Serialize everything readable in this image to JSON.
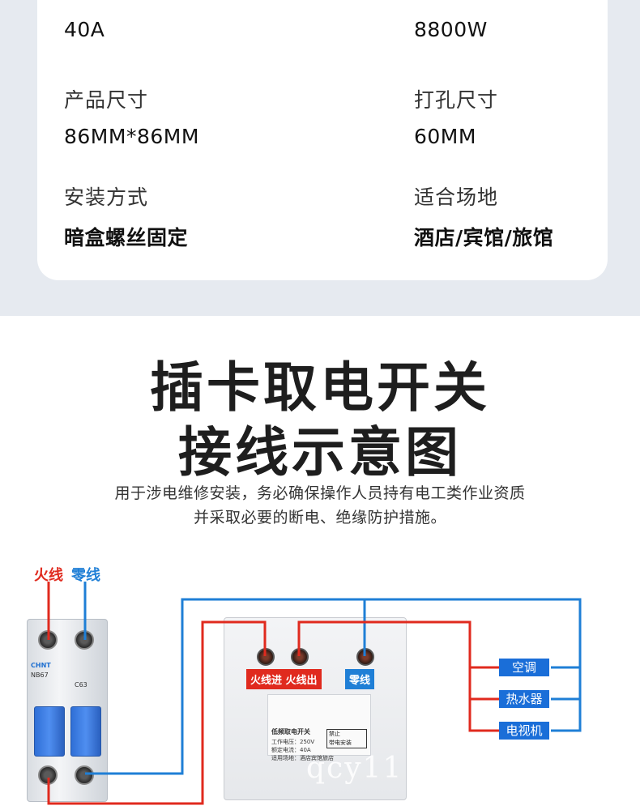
{
  "specs": {
    "left_top_value": "40A",
    "right_top_value": "8800W",
    "rows": [
      {
        "left_label": "产品尺寸",
        "left_value": "86MM*86MM",
        "right_label": "打孔尺寸",
        "right_value": "60MM"
      },
      {
        "left_label": "安装方式",
        "left_value": "暗盒螺丝固定",
        "right_label": "适合场地",
        "right_value": "酒店/宾馆/旅馆"
      }
    ]
  },
  "heading": {
    "line1": "插卡取电开关",
    "line2": "接线示意图",
    "sub1": "用于涉电维修安装，务必确保操作人员持有电工类作业资质",
    "sub2": "并采取必要的断电、绝缘防护措施。"
  },
  "diagram": {
    "live_tag": "火线",
    "neutral_tag": "零线",
    "live_color": "#e02a1e",
    "neutral_color": "#1f7fd6",
    "breaker": {
      "brand": "CHNT",
      "model": "NB67",
      "curve": "C63"
    },
    "socket": {
      "live_in_label": "火线进",
      "live_out_label": "火线出",
      "neutral_label": "零线",
      "panel_title": "低频取电开关",
      "panel_voltage": "工作电压：250V",
      "panel_current": "额定电流：40A",
      "panel_venue": "适用场地：酒店宾馆旅店",
      "warning_line1": "禁止",
      "warning_line2": "带电安装"
    },
    "appliances": [
      "空调",
      "热水器",
      "电视机"
    ],
    "watermark": "qcy11"
  }
}
